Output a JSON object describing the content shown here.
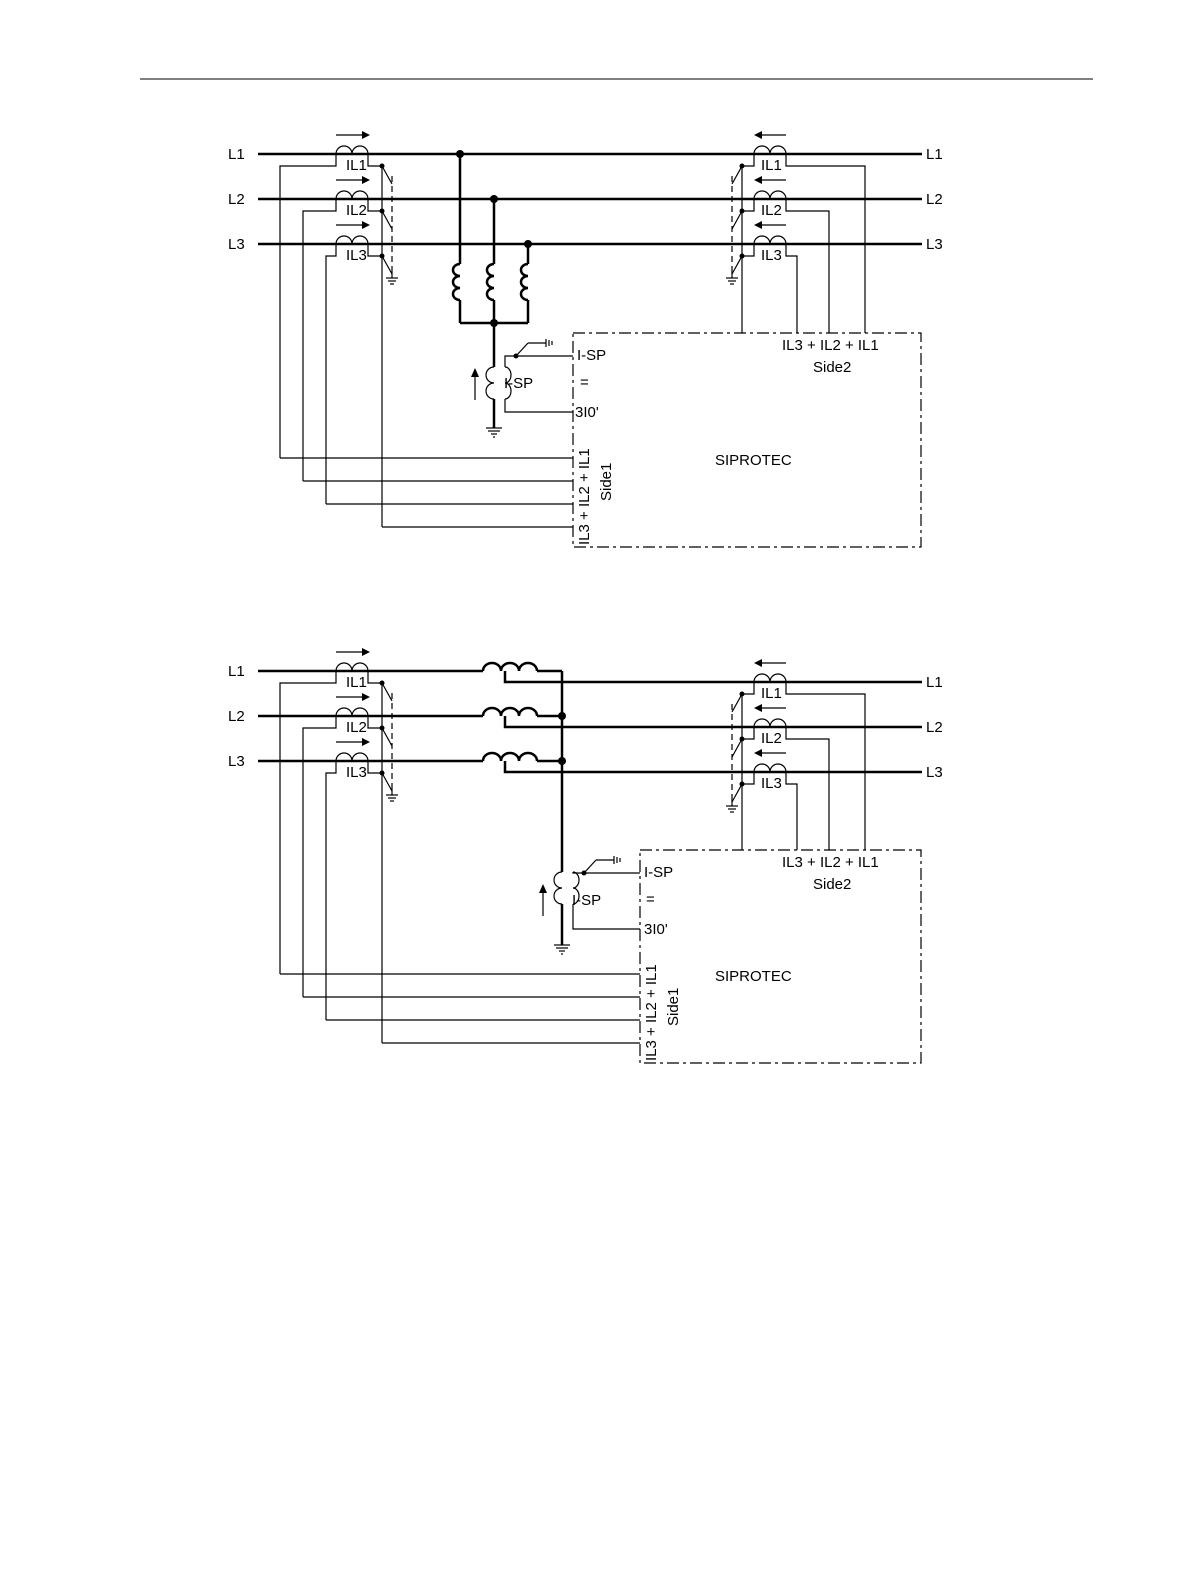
{
  "diagram1": {
    "left_phases": [
      "L1",
      "L2",
      "L3"
    ],
    "right_phases": [
      "L1",
      "L2",
      "L3"
    ],
    "left_ct": [
      "IL1",
      "IL2",
      "IL3"
    ],
    "right_ct": [
      "IL1",
      "IL2",
      "IL3"
    ],
    "terminal_isp": "I-SP",
    "terminal_eq": "=",
    "terminal_3i0": "3I0'",
    "sensor_label": "I-SP",
    "side1_inputs": "IL3 + IL2 + IL1",
    "side1_name": "Side1",
    "side2_inputs": "IL3 + IL2 + IL1",
    "side2_name": "Side2",
    "device": "SIPROTEC"
  },
  "diagram2": {
    "left_phases": [
      "L1",
      "L2",
      "L3"
    ],
    "right_phases": [
      "L1",
      "L2",
      "L3"
    ],
    "left_ct": [
      "IL1",
      "IL2",
      "IL3"
    ],
    "right_ct": [
      "IL1",
      "IL2",
      "IL3"
    ],
    "terminal_isp": "I-SP",
    "terminal_eq": "=",
    "terminal_3i0": "3I0'",
    "sensor_label": "I-SP",
    "side1_inputs": "IL3 + IL2 + IL1",
    "side1_name": "Side1",
    "side2_inputs": "IL3 + IL2 + IL1",
    "side2_name": "Side2",
    "device": "SIPROTEC"
  }
}
